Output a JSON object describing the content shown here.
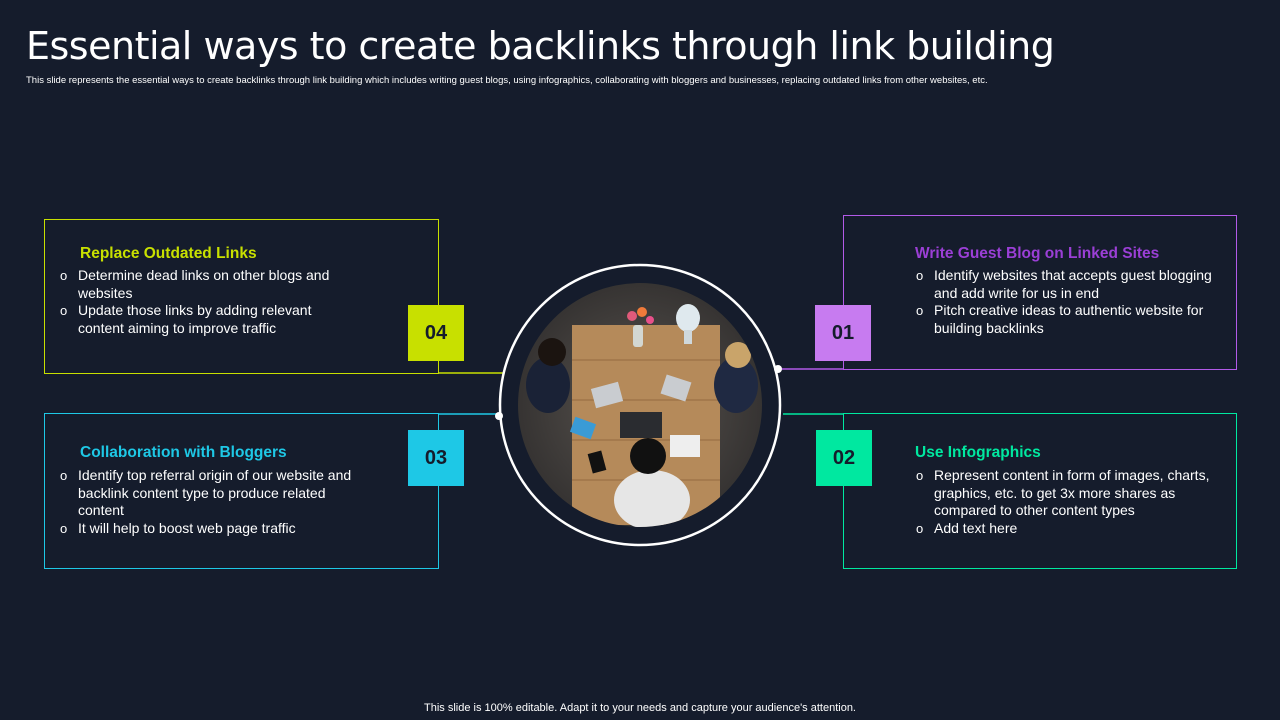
{
  "page": {
    "title": "Essential ways to create backlinks through link building",
    "subtitle": "This slide represents the essential ways to create backlinks through link building  which includes writing guest blogs, using infographics, collaborating with bloggers and businesses, replacing outdated links from other websites, etc.",
    "footer": "This slide is 100% editable. Adapt it to your needs and capture your audience's attention."
  },
  "colors": {
    "background": "#151c2c",
    "yellow": "#c8e000",
    "purple": "#b25ae8",
    "cyan": "#1ec8e6",
    "green": "#00e8a0"
  },
  "cards": {
    "replace": {
      "number": "04",
      "title": "Replace Outdated Links",
      "bullets": [
        "Determine dead links on other blogs and websites",
        "Update those links by adding relevant content aiming to improve traffic"
      ]
    },
    "guest": {
      "number": "01",
      "title": "Write Guest Blog on Linked Sites",
      "bullets": [
        "Identify websites that accepts guest blogging and add write for us in end",
        "Pitch creative ideas to authentic website for building backlinks"
      ]
    },
    "collab": {
      "number": "03",
      "title": "Collaboration with Bloggers",
      "bullets": [
        "Identify top referral origin of our website and backlink content type to produce related content",
        "It will help to boost web page traffic"
      ]
    },
    "info": {
      "number": "02",
      "title": "Use Infographics",
      "bullets": [
        "Represent content in form of images, charts, graphics, etc. to get 3x more shares as compared to other content types",
        "Add text here"
      ]
    }
  },
  "image": {
    "icon": "team-meeting-photo"
  }
}
